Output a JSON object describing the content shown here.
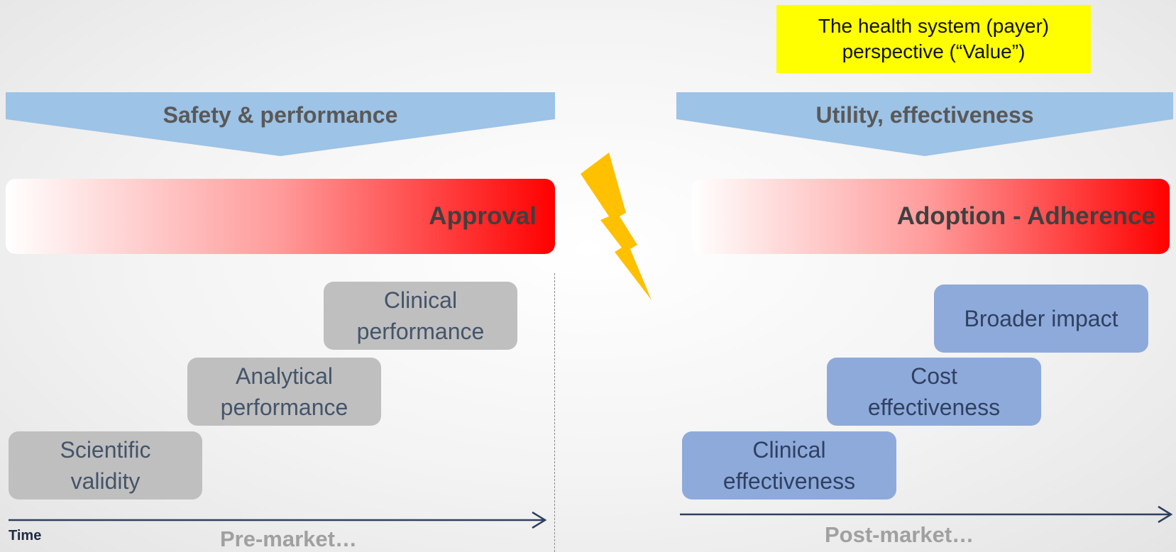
{
  "callout": {
    "text": "The health system (payer)\nperspective (“Value”)",
    "color": "#ffff00"
  },
  "left": {
    "banner_label": "Safety & performance",
    "phase_label": "Approval",
    "steps": [
      {
        "label": "Scientific\nvalidity"
      },
      {
        "label": "Analytical\nperformance"
      },
      {
        "label": "Clinical\nperformance"
      }
    ],
    "axis_label": "Time",
    "market_label": "Pre-market…"
  },
  "right": {
    "banner_label": "Utility, effectiveness",
    "phase_label": "Adoption - Adherence",
    "steps": [
      {
        "label": "Clinical\neffectiveness"
      },
      {
        "label": "Cost\neffectiveness"
      },
      {
        "label": "Broader impact"
      }
    ],
    "market_label": "Post-market…"
  },
  "colors": {
    "banner": "#9dc3e6",
    "phase_gradient_end": "#ff0000",
    "grey_box": "#bfbfbf",
    "blue_box": "#8eaadb",
    "lightning": "#ffc000",
    "axis": "#2f3f5f"
  },
  "icons": {
    "separator": "lightning-bolt-icon"
  }
}
